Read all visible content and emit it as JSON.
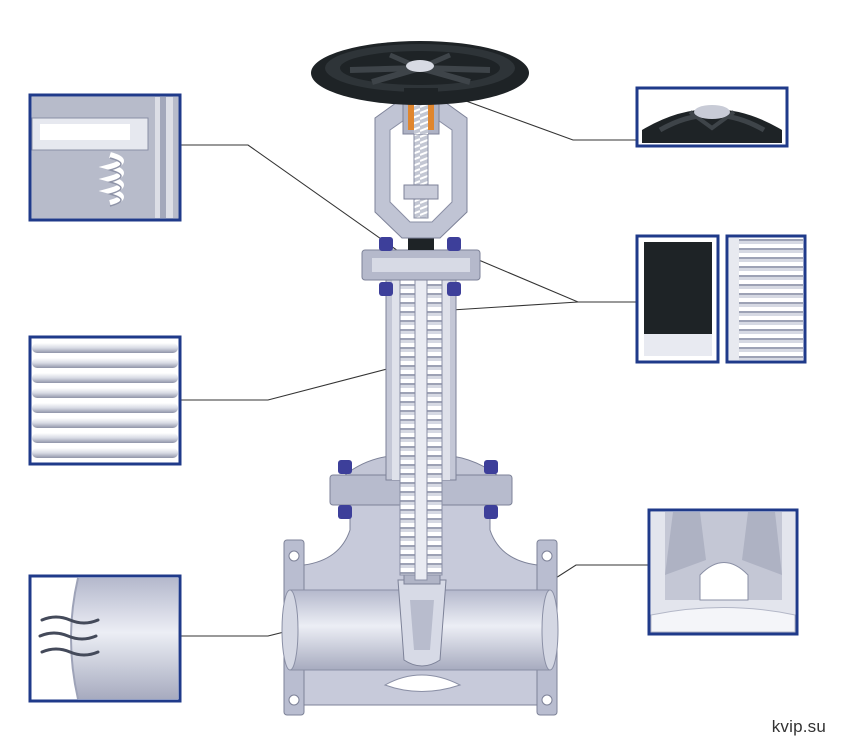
{
  "watermark": "kvip.su",
  "colors": {
    "frame": "#1f3a8a",
    "metal_light": "#e6e8f0",
    "metal_mid": "#c9ccd8",
    "metal_dark": "#9ea3b8",
    "handwheel": "#1e2326",
    "bolt": "#3d3f9a",
    "packing": "#e0862e",
    "leader": "#333333"
  },
  "components": [
    {
      "name": "handwheel",
      "icon": "handwheel-detail"
    },
    {
      "name": "bellows-top-weld",
      "icon": "bellows-weld-detail"
    },
    {
      "name": "backseat-packing",
      "icon": "packing-seal-detail"
    },
    {
      "name": "bellows-element",
      "icon": "bellows-convolutions-detail"
    },
    {
      "name": "stem-bellows",
      "icon": "bellows-long-detail"
    },
    {
      "name": "body-flow-passage",
      "icon": "flow-passage-detail"
    },
    {
      "name": "gate-wedge",
      "icon": "wedge-detail"
    }
  ]
}
